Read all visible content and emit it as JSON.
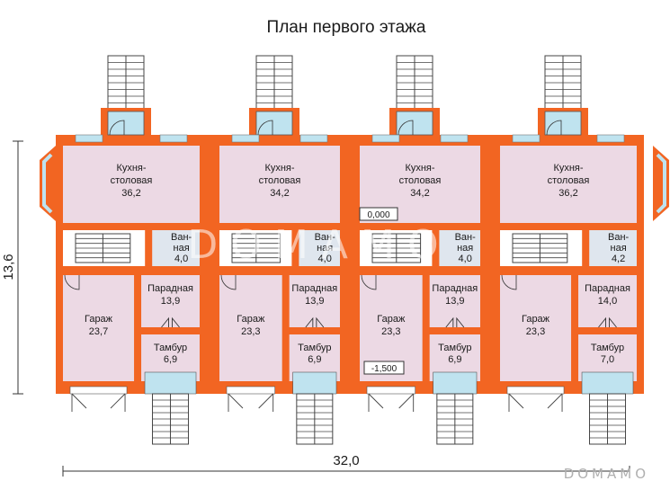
{
  "title": "План первого этажа",
  "dimensions": {
    "width": "32,0",
    "depth": "13,6"
  },
  "watermark": "DOMAMO",
  "units": [
    {
      "kitchen": {
        "name": "Кухня-\nстоловая",
        "area": "36,2"
      },
      "bath": {
        "name": "Ван-\nная",
        "area": "4,0"
      },
      "hall": {
        "name": "Парадная",
        "area": "13,9"
      },
      "garage": {
        "name": "Гараж",
        "area": "23,7"
      },
      "vestibule": {
        "name": "Тамбур",
        "area": "6,9"
      }
    },
    {
      "kitchen": {
        "name": "Кухня-\nстоловая",
        "area": "34,2"
      },
      "bath": {
        "name": "Ван-\nная",
        "area": "4,0"
      },
      "hall": {
        "name": "Парадная",
        "area": "13,9"
      },
      "garage": {
        "name": "Гараж",
        "area": "23,3"
      },
      "vestibule": {
        "name": "Тамбур",
        "area": "6,9"
      }
    },
    {
      "kitchen": {
        "name": "Кухня-\nстоловая",
        "area": "34,2"
      },
      "bath": {
        "name": "Ван-\nная",
        "area": "4,0"
      },
      "hall": {
        "name": "Парадная",
        "area": "13,9"
      },
      "garage": {
        "name": "Гараж",
        "area": "23,3"
      },
      "vestibule": {
        "name": "Тамбур",
        "area": "6,9"
      }
    },
    {
      "kitchen": {
        "name": "Кухня-\nстоловая",
        "area": "36,2"
      },
      "bath": {
        "name": "Ван-\nная",
        "area": "4,2"
      },
      "hall": {
        "name": "Парадная",
        "area": "14,0"
      },
      "garage": {
        "name": "Гараж",
        "area": "23,3"
      },
      "vestibule": {
        "name": "Тамбур",
        "area": "7,0"
      }
    }
  ],
  "levels": {
    "floor": "0,000",
    "garage": "-1,500"
  },
  "colors": {
    "wall": "#f26522",
    "room": "#ecd9e4",
    "wet": "#dfe6ee",
    "window": "#bfe3ef",
    "ink": "#1a1a1a"
  }
}
